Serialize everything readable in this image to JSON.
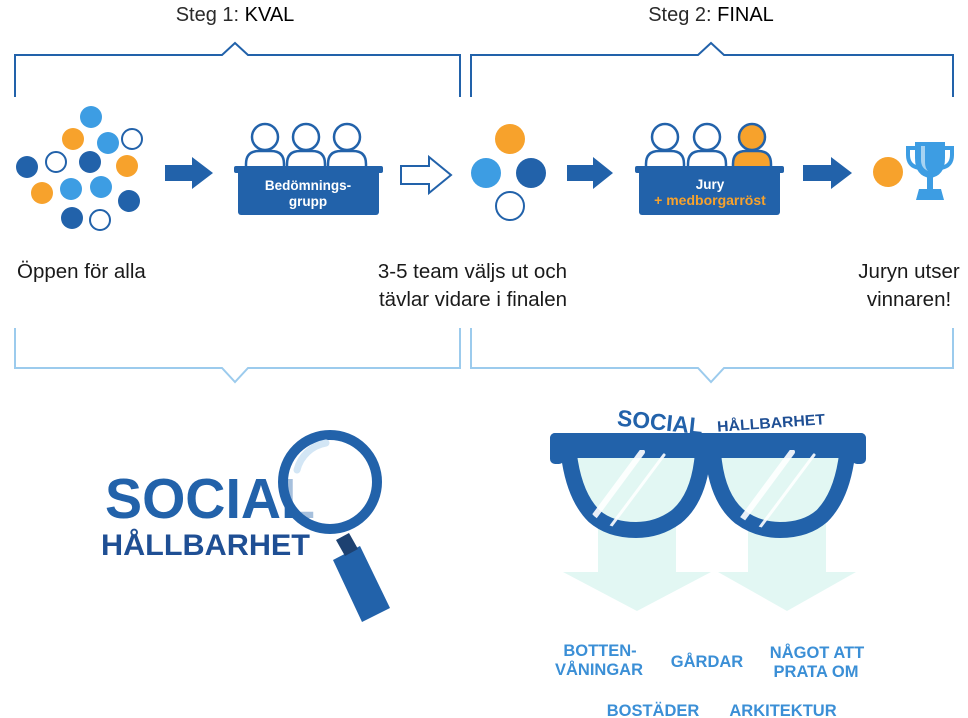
{
  "colors": {
    "dark_blue": "#2262aa",
    "navy": "#1f4f94",
    "light_blue": "#3d9de3",
    "orange": "#f7a22c",
    "bracket_light": "#9ccbed",
    "lens_tint": "#e2f7f3",
    "topic_text": "#3b8fd6",
    "text": "#1a1a1a"
  },
  "steps": [
    {
      "prefix": "Steg 1: ",
      "name": "KVAL"
    },
    {
      "prefix": "Steg 2: ",
      "name": "FINAL"
    }
  ],
  "boxes": {
    "assessment": {
      "line1": "Bedömnings-",
      "line2": "grupp"
    },
    "jury": {
      "line1": "Jury",
      "line2": "+ medborgarröst"
    }
  },
  "captions": {
    "open": "Öppen för alla",
    "selected": [
      "3-5 team väljs ut och",
      "tävlar vidare i finalen"
    ],
    "winner": [
      "Juryn utser",
      "vinnaren!"
    ]
  },
  "magnifier": {
    "title": "SOCIAL",
    "subtitle": "HÅLLBARHET"
  },
  "glasses": {
    "title": "SOCIAL",
    "subtitle": "HÅLLBARHET",
    "topics": [
      {
        "lines": [
          "BOTTEN-",
          "VÅNINGAR"
        ]
      },
      {
        "lines": [
          "GÅRDAR"
        ]
      },
      {
        "lines": [
          "NÅGOT ATT",
          "PRATA OM"
        ]
      },
      {
        "lines": [
          "BOSTÄDER"
        ]
      },
      {
        "lines": [
          "ARKITEKTUR"
        ]
      }
    ]
  },
  "icons": [
    "person-icon",
    "trophy-icon",
    "magnifying-glass-icon",
    "glasses-icon",
    "arrow-right-icon",
    "arrow-down-icon"
  ]
}
